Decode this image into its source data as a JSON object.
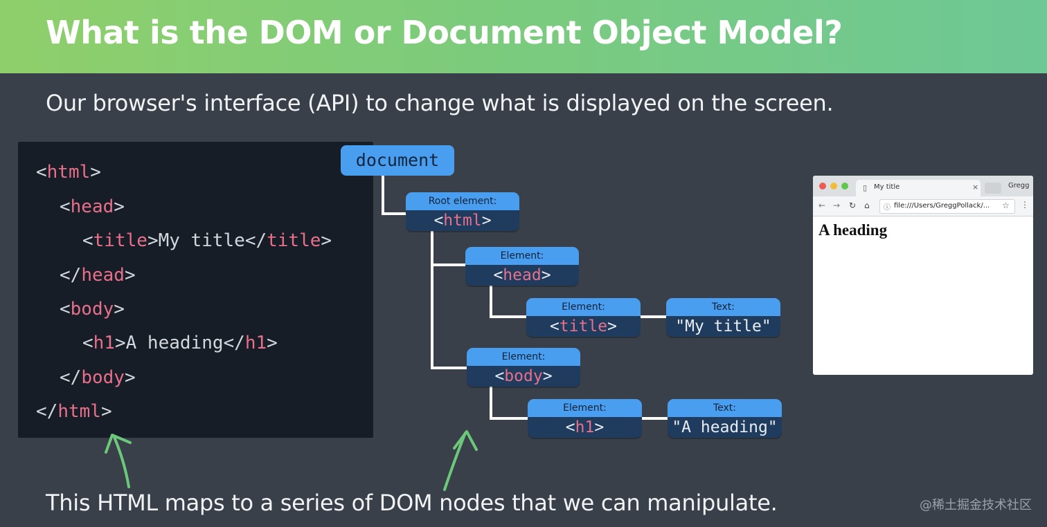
{
  "slide": {
    "title": "What is the DOM or Document Object Model?",
    "subtitle": "Our browser's interface (API) to change what is displayed on the screen.",
    "footer": "This HTML maps to a series of DOM nodes that we can manipulate.",
    "watermark": "@稀土掘金技术社区"
  },
  "colors": {
    "header_start": "#8fcf6b",
    "header_end": "#6ec895",
    "background": "#3a4049",
    "code_bg": "#171d26",
    "tag": "#e8708a",
    "node_label_bg": "#4a9ef0",
    "node_value_bg": "#1f3b5e",
    "arrow": "#6cc87a"
  },
  "code": {
    "l1": {
      "open": "<",
      "tag": "html",
      "close": ">"
    },
    "l2": {
      "open": "<",
      "tag": "head",
      "close": ">"
    },
    "l3": {
      "open": "<",
      "tag1": "title",
      "mid": ">My title</",
      "tag2": "title",
      "close": ">"
    },
    "l4": {
      "open": "</",
      "tag": "head",
      "close": ">"
    },
    "l5": {
      "open": "<",
      "tag": "body",
      "close": ">"
    },
    "l6": {
      "open": "<",
      "tag1": "h1",
      "mid": ">A heading</",
      "tag2": "h1",
      "close": ">"
    },
    "l7": {
      "open": "</",
      "tag": "body",
      "close": ">"
    },
    "l8": {
      "open": "</",
      "tag": "html",
      "close": ">"
    }
  },
  "tree": {
    "document": "document",
    "root": {
      "label": "Root element:",
      "open": "<",
      "tag": "html",
      "close": ">"
    },
    "head": {
      "label": "Element:",
      "open": "<",
      "tag": "head",
      "close": ">"
    },
    "title": {
      "label": "Element:",
      "open": "<",
      "tag": "title",
      "close": ">"
    },
    "title_text": {
      "label": "Text:",
      "value": "\"My title\""
    },
    "body": {
      "label": "Element:",
      "open": "<",
      "tag": "body",
      "close": ">"
    },
    "h1": {
      "label": "Element:",
      "open": "<",
      "tag": "h1",
      "close": ">"
    },
    "h1_text": {
      "label": "Text:",
      "value": "\"A heading\""
    }
  },
  "browser": {
    "tab_title": "My title",
    "tab_close": "×",
    "profile": "Gregg",
    "url": "file:///Users/GreggPollack/...",
    "heading": "A heading",
    "icons": [
      "back-arrow-icon",
      "forward-arrow-icon",
      "reload-icon",
      "home-icon",
      "info-icon",
      "star-icon",
      "menu-icon"
    ]
  }
}
